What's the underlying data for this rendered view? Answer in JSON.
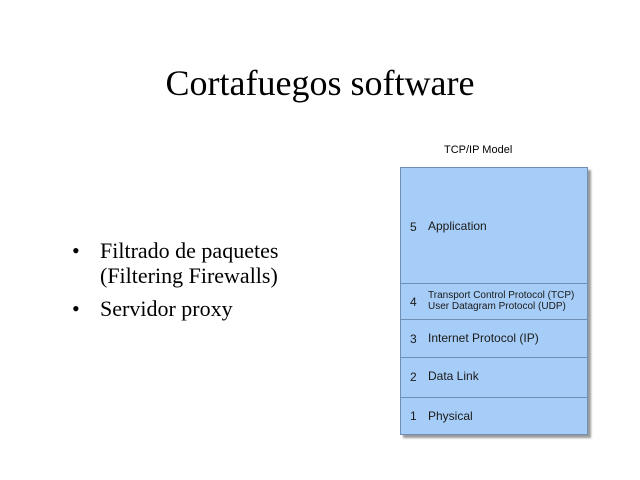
{
  "slide": {
    "title": "Cortafuegos software",
    "bullets": [
      {
        "marker": "•",
        "lines": [
          "Filtrado de paquetes",
          "(Filtering Firewalls)"
        ]
      },
      {
        "marker": "•",
        "lines": [
          "Servidor proxy"
        ]
      }
    ]
  },
  "diagram": {
    "caption": "TCP/IP Model",
    "layers": [
      {
        "number": "5",
        "name": "Application"
      },
      {
        "number": "4",
        "name_line1": "Transport Control Protocol (TCP)",
        "name_line2": "User Datagram Protocol (UDP)"
      },
      {
        "number": "3",
        "name": "Internet Protocol (IP)"
      },
      {
        "number": "2",
        "name": "Data Link"
      },
      {
        "number": "1",
        "name": "Physical"
      }
    ],
    "colors": {
      "fill": "#a6cdf7",
      "border": "#6f8fb5"
    }
  }
}
